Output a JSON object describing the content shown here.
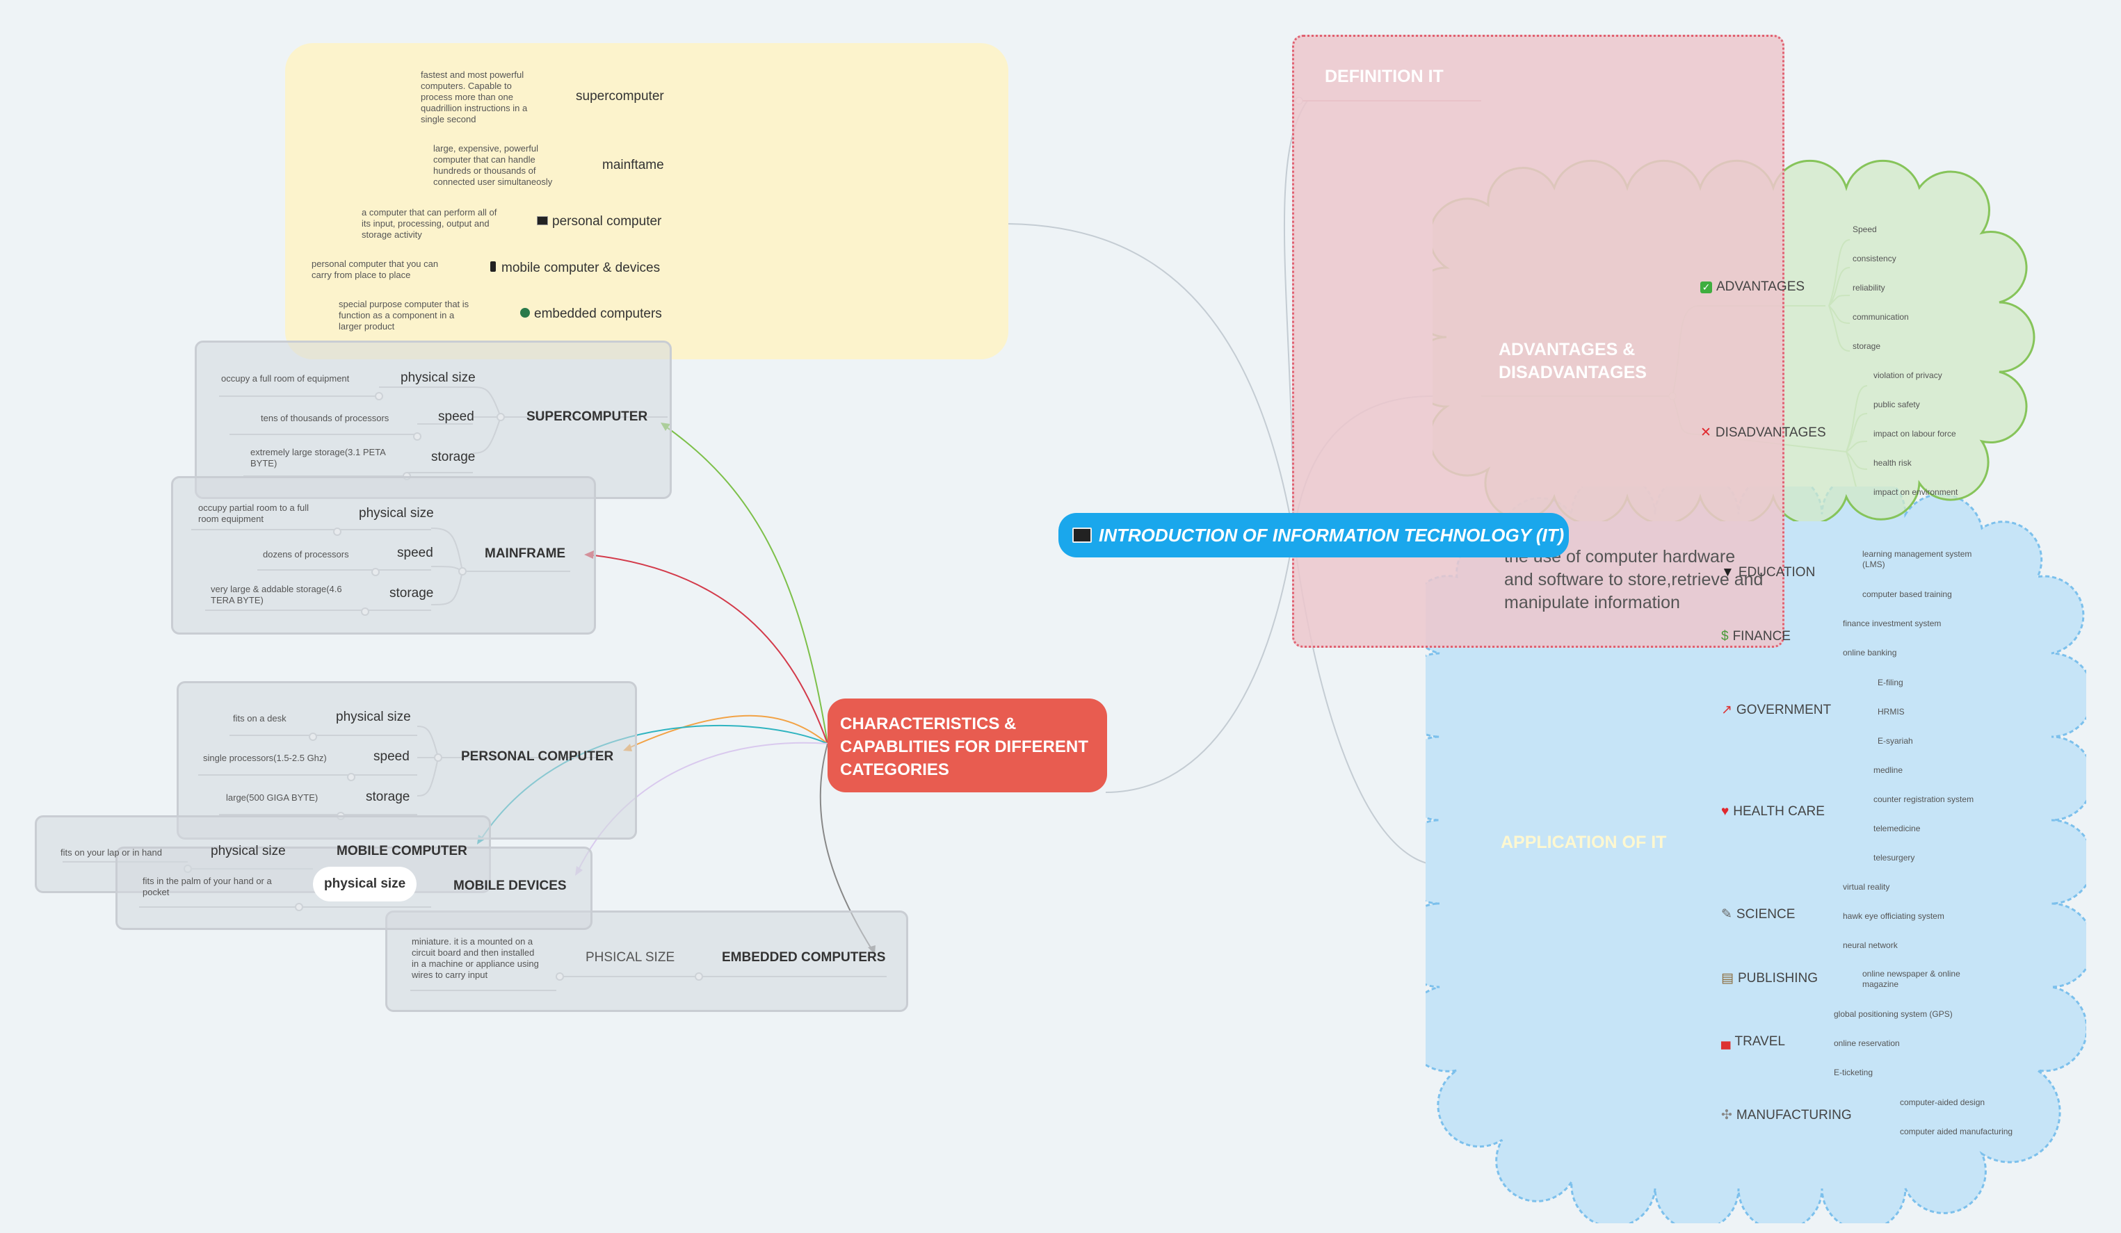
{
  "root": {
    "icon": "laptop-icon",
    "label": "INTRODUCTION OF INFORMATION TECHNOLOGY (IT)"
  },
  "definition": {
    "title": "DEFINITION IT",
    "text": "the use of computer hardware and software to store,retrieve and manipulate information"
  },
  "advantages": {
    "title": "ADVANTAGES & DISADVANTAGES",
    "adv_label": "ADVANTAGES",
    "adv_icon": "check-icon",
    "adv_items": [
      "Speed",
      "consistency",
      "reliability",
      "communication",
      "storage"
    ],
    "dis_label": "DISADVANTAGES",
    "dis_icon": "cross-icon",
    "dis_items": [
      "violation of privacy",
      "public safety",
      "impact on labour force",
      "health risk",
      "impact on environment"
    ]
  },
  "applications": {
    "title": "APPLICATION OF IT",
    "categories": [
      {
        "label": "EDUCATION",
        "icon": "graduation-cap-icon",
        "items": [
          "learning management system (LMS)",
          "computer based training"
        ]
      },
      {
        "label": "FINANCE",
        "icon": "money-icon",
        "items": [
          "finance investment system",
          "online banking"
        ]
      },
      {
        "label": "GOVERNMENT",
        "icon": "chart-icon",
        "items": [
          "E-filing",
          "HRMIS",
          "E-syariah"
        ]
      },
      {
        "label": "HEALTH CARE",
        "icon": "heart-icon",
        "items": [
          "medline",
          "counter registration system",
          "telemedicine",
          "telesurgery"
        ]
      },
      {
        "label": "SCIENCE",
        "icon": "microscope-icon",
        "items": [
          "virtual reality",
          "hawk eye officiating system",
          "neural network"
        ]
      },
      {
        "label": "PUBLISHING",
        "icon": "newspaper-icon",
        "items": [
          "online newspaper & online magazine"
        ]
      },
      {
        "label": "TRAVEL",
        "icon": "car-icon",
        "items": [
          "global positioning system (GPS)",
          "online reservation",
          "E-ticketing"
        ]
      },
      {
        "label": "MANUFACTURING",
        "icon": "gear-icon",
        "items": [
          "computer-aided design",
          "computer aided manufacturing"
        ]
      }
    ]
  },
  "types": {
    "items": [
      {
        "label": "supercomputer",
        "icon": "",
        "desc": "fastest and most powerful computers. Capable to process more than one quadrillion instructions in a single second"
      },
      {
        "label": "mainftame",
        "icon": "",
        "desc": "large, expensive, powerful computer that can handle hundreds or thousands of connected user simultaneosly"
      },
      {
        "label": "personal computer",
        "icon": "laptop-icon",
        "desc": "a computer that can perform all of its input, processing, output and storage activity"
      },
      {
        "label": "mobile computer & devices",
        "icon": "phone-icon",
        "desc": "personal computer that you can carry from place to place"
      },
      {
        "label": "embedded computers",
        "icon": "chip-icon",
        "desc": "special purpose computer that is function as a component in a larger product"
      }
    ]
  },
  "characteristics": {
    "title": "CHARACTERISTICS & CAPABLITIES FOR DIFFERENT CATEGORIES",
    "groups": {
      "supercomputer": {
        "title": "SUPERCOMPUTER",
        "rows": [
          {
            "label": "physical size",
            "desc": "occupy a full room of equipment"
          },
          {
            "label": "speed",
            "desc": "tens of thousands of processors"
          },
          {
            "label": "storage",
            "desc": "extremely large storage(3.1 PETA BYTE)"
          }
        ]
      },
      "mainframe": {
        "title": "MAINFRAME",
        "rows": [
          {
            "label": "physical size",
            "desc": "occupy partial room to a full room equipment"
          },
          {
            "label": "speed",
            "desc": "dozens of processors"
          },
          {
            "label": "storage",
            "desc": "very large & addable storage(4.6 TERA BYTE)"
          }
        ]
      },
      "personal": {
        "title": "PERSONAL COMPUTER",
        "rows": [
          {
            "label": "physical size",
            "desc": "fits on a desk"
          },
          {
            "label": "speed",
            "desc": "single processors(1.5-2.5 Ghz)"
          },
          {
            "label": "storage",
            "desc": "large(500 GIGA BYTE)"
          }
        ]
      },
      "mobile_computer": {
        "title": "MOBILE COMPUTER",
        "rows": [
          {
            "label": "physical size",
            "desc": "fits on your lap or in hand"
          }
        ]
      },
      "mobile_devices": {
        "title": "MOBILE DEVICES",
        "rows": [
          {
            "label": "physical size",
            "desc": "fits in the palm of your hand or a pocket"
          }
        ]
      },
      "embedded": {
        "title": "EMBEDDED COMPUTERS",
        "rows": [
          {
            "label": "PHSICAL SIZE",
            "desc": "miniature. it is a mounted on a circuit board and then installed in a machine or appliance using wires to carry input"
          }
        ]
      }
    }
  },
  "colors": {
    "root": "#1aa7ec",
    "char": "#e85c50",
    "definition_fill": "#ecc7cc",
    "definition_border": "#e06070",
    "adv_fill": "#d9eacf",
    "adv_border": "#86c45a",
    "app_fill": "#c6e4f7",
    "app_border": "#7cc0ec",
    "types_fill": "#fcf3cc"
  }
}
